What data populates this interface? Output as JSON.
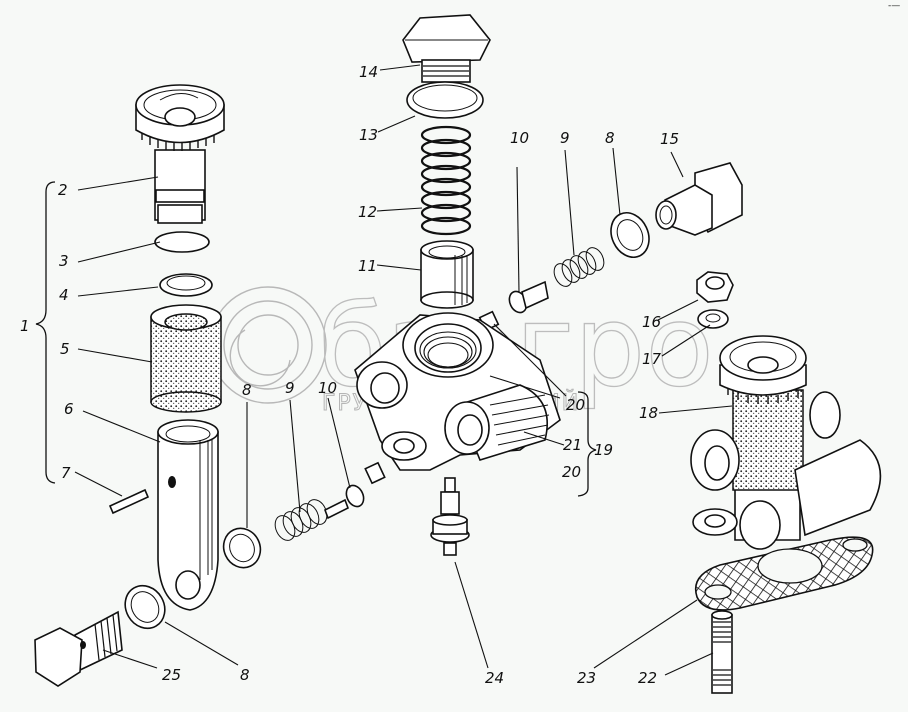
{
  "diagram": {
    "title": "Fuel priming pump — exploded view",
    "watermark": {
      "logo_text": "бзагро",
      "subtitle": "ГРУППА КОМПАНИЙ"
    },
    "corner_mark": "-—",
    "callouts": [
      {
        "id": "c1",
        "label": "1"
      },
      {
        "id": "c2",
        "label": "2"
      },
      {
        "id": "c3",
        "label": "3"
      },
      {
        "id": "c4",
        "label": "4"
      },
      {
        "id": "c5",
        "label": "5"
      },
      {
        "id": "c6",
        "label": "6"
      },
      {
        "id": "c7",
        "label": "7"
      },
      {
        "id": "c8a",
        "label": "8"
      },
      {
        "id": "c9a",
        "label": "9"
      },
      {
        "id": "c10a",
        "label": "10"
      },
      {
        "id": "c8b",
        "label": "8"
      },
      {
        "id": "c8c",
        "label": "8"
      },
      {
        "id": "c9b",
        "label": "9"
      },
      {
        "id": "c10b",
        "label": "10"
      },
      {
        "id": "c11",
        "label": "11"
      },
      {
        "id": "c12",
        "label": "12"
      },
      {
        "id": "c13",
        "label": "13"
      },
      {
        "id": "c14",
        "label": "14"
      },
      {
        "id": "c15",
        "label": "15"
      },
      {
        "id": "c16",
        "label": "16"
      },
      {
        "id": "c17",
        "label": "17"
      },
      {
        "id": "c18",
        "label": "18"
      },
      {
        "id": "c19",
        "label": "19"
      },
      {
        "id": "c20a",
        "label": "20"
      },
      {
        "id": "c20b",
        "label": "20"
      },
      {
        "id": "c21",
        "label": "21"
      },
      {
        "id": "c22",
        "label": "22"
      },
      {
        "id": "c23",
        "label": "23"
      },
      {
        "id": "c24",
        "label": "24"
      },
      {
        "id": "c25",
        "label": "25"
      }
    ],
    "parts": [
      {
        "name": "priming-pump-handle",
        "ref": "2"
      },
      {
        "name": "o-ring",
        "ref": "3"
      },
      {
        "name": "sealing-washer",
        "ref": "4"
      },
      {
        "name": "filter-element",
        "ref": "5"
      },
      {
        "name": "pump-cylinder",
        "ref": "6"
      },
      {
        "name": "pin",
        "ref": "7"
      },
      {
        "name": "gasket-ring",
        "ref": "8"
      },
      {
        "name": "valve-spring",
        "ref": "9"
      },
      {
        "name": "valve",
        "ref": "10"
      },
      {
        "name": "piston-sleeve",
        "ref": "11"
      },
      {
        "name": "piston-spring",
        "ref": "12"
      },
      {
        "name": "plug-gasket",
        "ref": "13"
      },
      {
        "name": "hex-plug",
        "ref": "14"
      },
      {
        "name": "union-fitting",
        "ref": "15"
      },
      {
        "name": "nut",
        "ref": "16"
      },
      {
        "name": "lock-washer",
        "ref": "17"
      },
      {
        "name": "assembled-pump",
        "ref": "18"
      },
      {
        "name": "pump-body-assembly",
        "ref": "19"
      },
      {
        "name": "valve-seat-bushing",
        "ref": "20"
      },
      {
        "name": "pump-body",
        "ref": "21"
      },
      {
        "name": "stud",
        "ref": "22"
      },
      {
        "name": "mounting-gasket",
        "ref": "23"
      },
      {
        "name": "pushrod",
        "ref": "24"
      },
      {
        "name": "banjo-bolt",
        "ref": "25"
      }
    ]
  }
}
